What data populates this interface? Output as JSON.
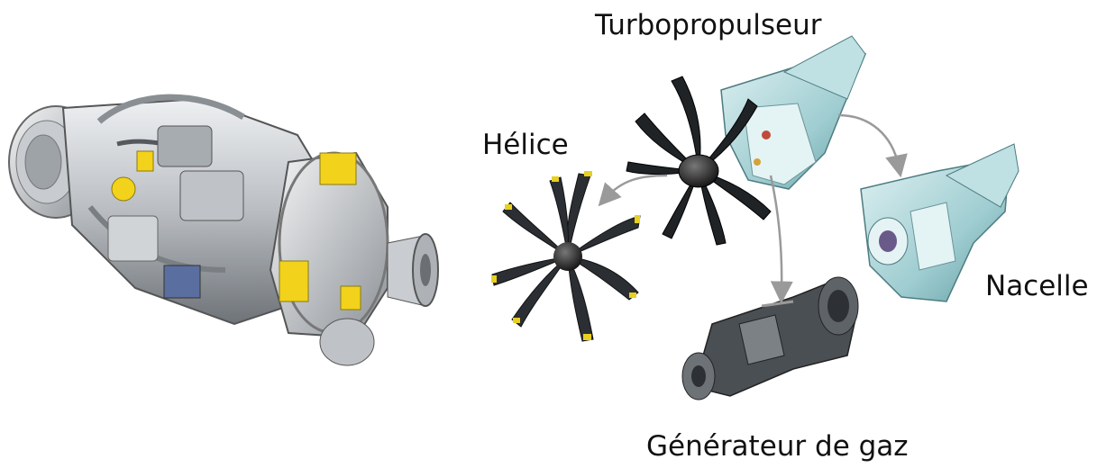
{
  "labels": {
    "turbopropulseur": "Turbopropulseur",
    "helice": "Hélice",
    "nacelle": "Nacelle",
    "generateur": "Générateur de gaz"
  },
  "colors": {
    "metal_dark": "#6b6f74",
    "metal_light": "#d9dcdf",
    "yellow_pads": "#f2d21b",
    "blade_dark": "#2b2f33",
    "blade_tip": "#e8d020",
    "nacelle": "#a9d3d6",
    "arrow": "#9a9a9a"
  }
}
